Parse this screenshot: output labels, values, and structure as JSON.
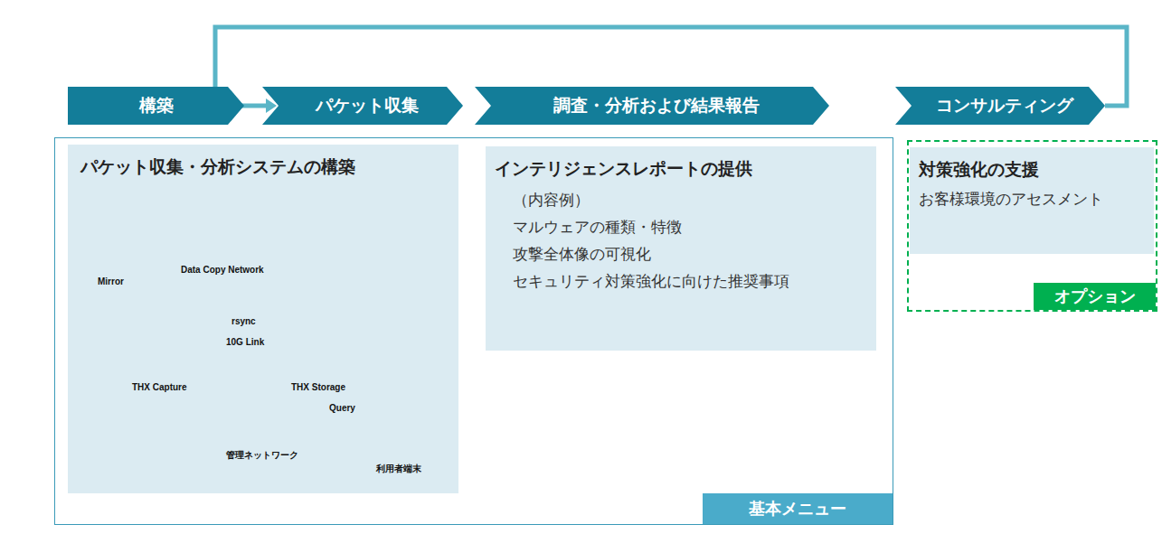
{
  "diagram": {
    "nodes": [
      {
        "text": [
          "構築"
        ]
      },
      {
        "text": [
          "パケット収集"
        ]
      },
      {
        "text": [
          "調査・分析および結果報告"
        ]
      },
      {
        "text": [
          "コンサルティング"
        ]
      },
      {
        "text": [
          "基本メニュー"
        ]
      },
      {
        "text": [
          "パケット収集・分析システムの構築"
        ],
        "in": 4
      },
      {
        "text": [
          "インテリジェンスレポートの提供",
          "（内容例）",
          "マルウェアの種類・特徴",
          "攻撃全体像の可視化",
          "セキュリティ対策強化に向けた推奨事項"
        ],
        "in": 4
      },
      {
        "text": [
          "オプション"
        ]
      },
      {
        "text": [
          "対策強化の支援",
          "お客様環境のアセスメント"
        ],
        "in": 7
      }
    ],
    "edges": [
      {
        "from": 3,
        "to": 1,
        "arrow": "to"
      }
    ],
    "labels": [
      "Mirror",
      "Data Copy Network",
      "rsync",
      "10G Link",
      "THX Capture",
      "THX Storage",
      "Query",
      "管理ネットワーク",
      "利用者端末"
    ]
  }
}
